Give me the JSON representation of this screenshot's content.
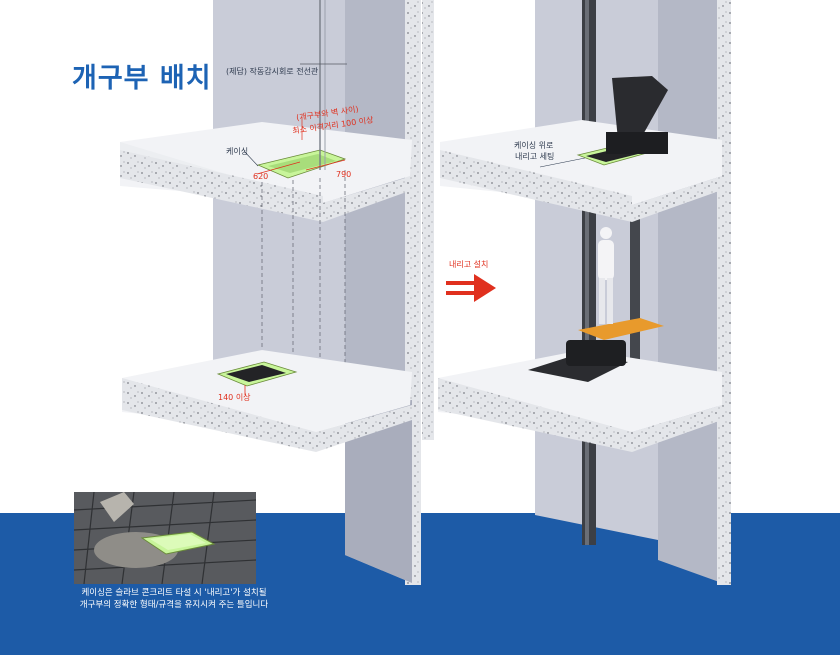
{
  "title": "개구부 배치",
  "labels": {
    "wiring_conduit": "(제답) 작동감시회로 전선관",
    "opening_distance": [
      "(개구부와 벽 사이)",
      "최소 이격거리 100 이상"
    ],
    "casing": "케이싱",
    "dim_width": "620",
    "dim_length": "790",
    "clearance": "140 이상",
    "casing_lower_setup": [
      "케이싱 위로",
      "내리고 세팅"
    ],
    "arrow_label": "내리고 설치"
  },
  "caption": [
    "케이싱은 슬라브 콘크리트 타설 시 '내리고'가 설치될",
    "개구부의 정확한 형태/규격을 유지시켜 주는 틀입니다"
  ],
  "footer": "",
  "colors": {
    "title_blue": "#1d63b4",
    "band_blue": "#1d5ba7",
    "annotation_red": "#e0301e",
    "casing_green": "#c8f59a",
    "wall_gray": "#c9ccd8",
    "slab_white": "#f2f3f6"
  }
}
